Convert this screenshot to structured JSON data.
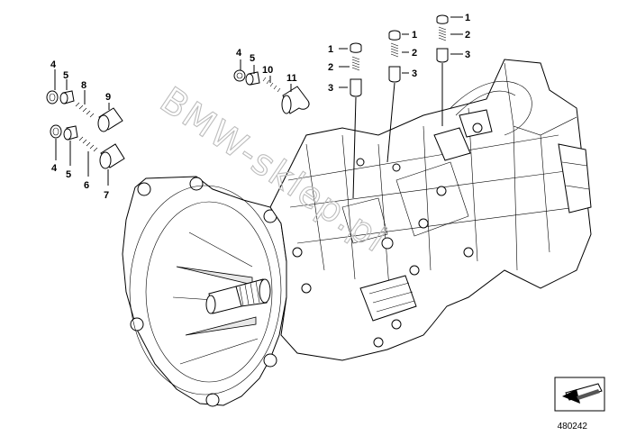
{
  "diagram": {
    "callouts": {
      "c_top_1": "1",
      "c_top_2": "2",
      "c_top_3": "3",
      "c_mid_1": "1",
      "c_mid_2": "2",
      "c_mid_3": "3",
      "c_left_1": "1",
      "c_left_2": "2",
      "c_left_3": "3",
      "c_4a": "4",
      "c_5a": "5",
      "c_8": "8",
      "c_9": "9",
      "c_4b": "4",
      "c_5b": "5",
      "c_6": "6",
      "c_7": "7",
      "c_4c": "4",
      "c_5c": "5",
      "c_10": "10",
      "c_11": "11"
    },
    "watermark": "BMW-sklep.pl",
    "catalog_number": "480242",
    "orientation_icon": "arrow-orientation-icon"
  }
}
